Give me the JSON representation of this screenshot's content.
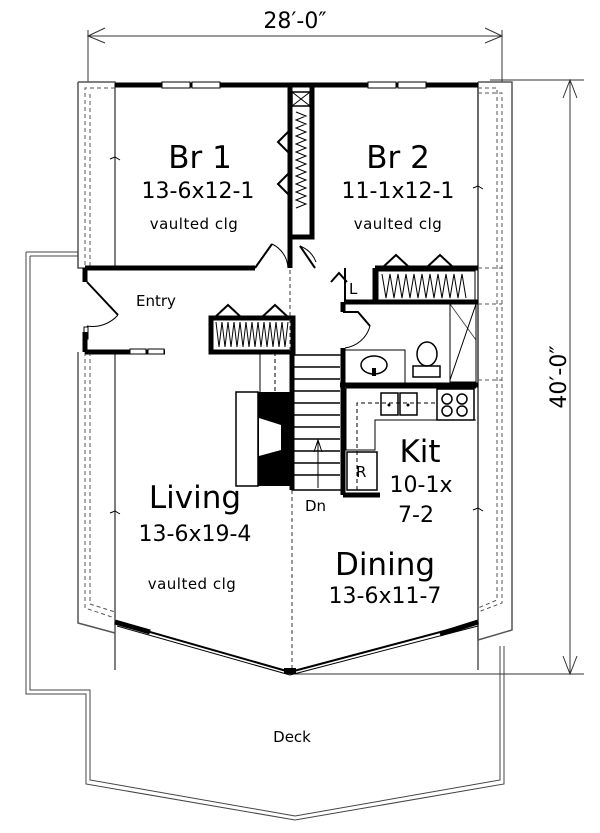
{
  "plan": {
    "overall_width": "28′-0″",
    "overall_depth": "40′-0″",
    "rooms": [
      {
        "name": "Br 1",
        "size": "13-6x12-1",
        "note": "vaulted clg"
      },
      {
        "name": "Br 2",
        "size": "11-1x12-1",
        "note": "vaulted clg"
      },
      {
        "name": "Living",
        "size": "13-6x19-4",
        "note": "vaulted clg"
      },
      {
        "name": "Kit",
        "size_line1": "10-1x",
        "size_line2": "7-2"
      },
      {
        "name": "Dining",
        "size": "13-6x11-7"
      }
    ],
    "labels": {
      "entry": "Entry",
      "linen": "L",
      "refrigerator": "R",
      "stairs_down": "Dn",
      "deck": "Deck"
    },
    "colors": {
      "wall": "#000000",
      "line": "#333333",
      "background": "#ffffff"
    }
  }
}
